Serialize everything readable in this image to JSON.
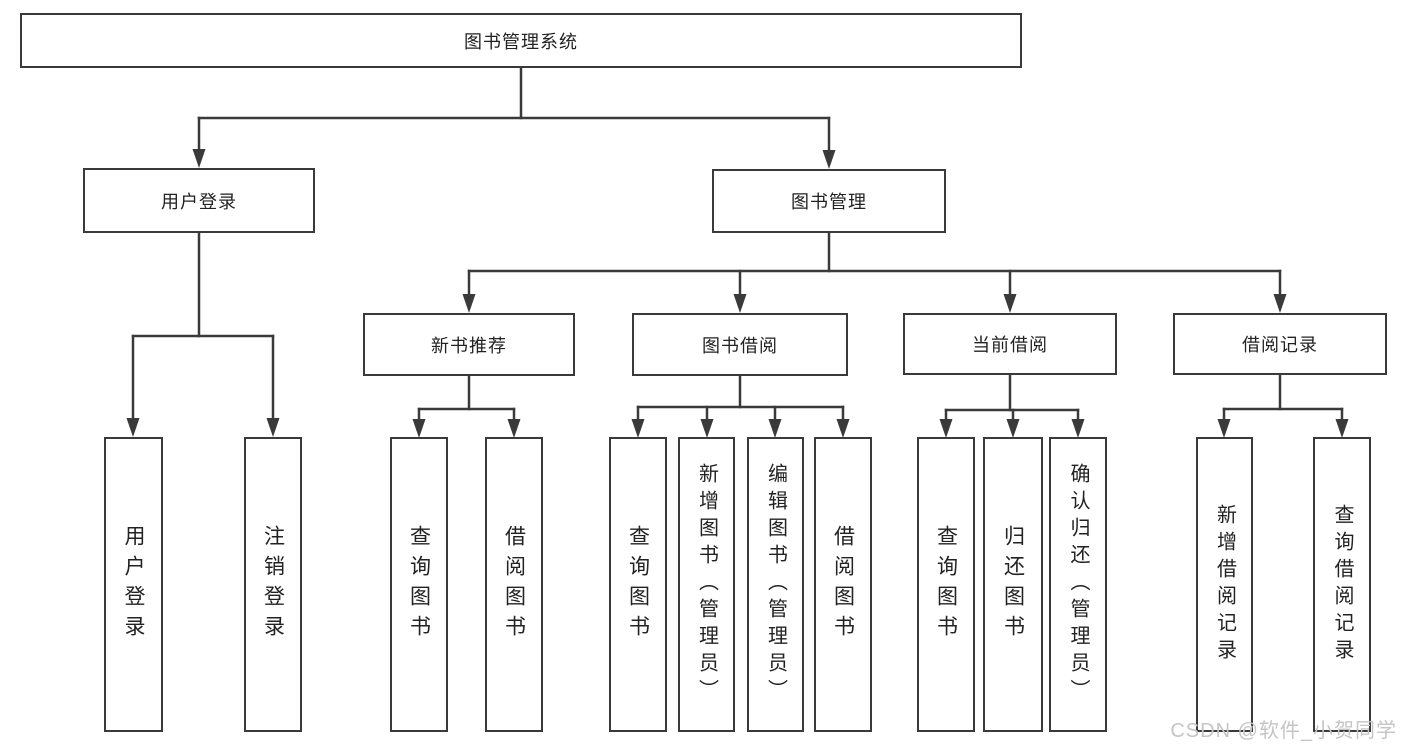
{
  "diagram": {
    "watermark": "CSDN @软件_小贺同学"
  },
  "colors": {
    "line": "#3a3a3a",
    "text": "#222222",
    "background": "#ffffff",
    "watermark": "#c5c5c5"
  },
  "nodes": {
    "root": {
      "label": "图书管理系统"
    },
    "user_login": {
      "label": "用户登录"
    },
    "book_mgmt": {
      "label": "图书管理"
    },
    "new_book_rec": {
      "label": "新书推荐"
    },
    "book_borrow": {
      "label": "图书借阅"
    },
    "current_borrow": {
      "label": "当前借阅"
    },
    "borrow_records": {
      "label": "借阅记录"
    },
    "ul_login": {
      "label": "用户登录"
    },
    "ul_logout": {
      "label": "注销登录"
    },
    "nb_query": {
      "label": "查询图书"
    },
    "nb_borrow": {
      "label": "借阅图书"
    },
    "bb_query": {
      "label": "查询图书"
    },
    "bb_add": {
      "label": "新增图书（管理员）"
    },
    "bb_edit": {
      "label": "编辑图书（管理员）"
    },
    "bb_borrow": {
      "label": "借阅图书"
    },
    "cb_query": {
      "label": "查询图书"
    },
    "cb_return": {
      "label": "归还图书"
    },
    "cb_confirm": {
      "label": "确认归还（管理员）"
    },
    "br_add": {
      "label": "新增借阅记录"
    },
    "br_query": {
      "label": "查询借阅记录"
    }
  },
  "structure": {
    "root": [
      "user_login",
      "book_mgmt"
    ],
    "user_login": [
      "ul_login",
      "ul_logout"
    ],
    "book_mgmt": [
      "new_book_rec",
      "book_borrow",
      "current_borrow",
      "borrow_records"
    ],
    "new_book_rec": [
      "nb_query",
      "nb_borrow"
    ],
    "book_borrow": [
      "bb_query",
      "bb_add",
      "bb_edit",
      "bb_borrow"
    ],
    "current_borrow": [
      "cb_query",
      "cb_return",
      "cb_confirm"
    ],
    "borrow_records": [
      "br_add",
      "br_query"
    ]
  }
}
